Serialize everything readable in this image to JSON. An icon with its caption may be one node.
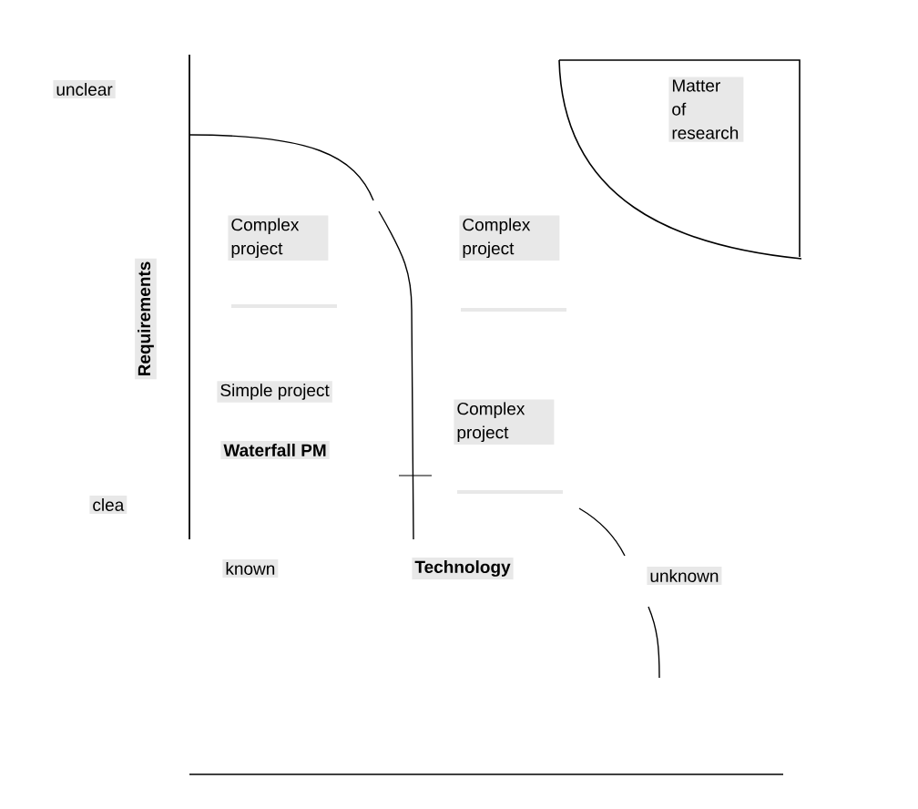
{
  "diagram": {
    "nodes": [
      {
        "text": [
          "Matter of research"
        ]
      },
      {
        "text": [
          "Complex project"
        ]
      },
      {
        "text": [
          "Complex project"
        ]
      },
      {
        "text": [
          "Complex project"
        ]
      }
    ],
    "labels": [
      "unclear",
      "Requirements",
      "Simple project",
      "Waterfall PM",
      "clea",
      "known",
      "Technology",
      "unknown"
    ]
  }
}
